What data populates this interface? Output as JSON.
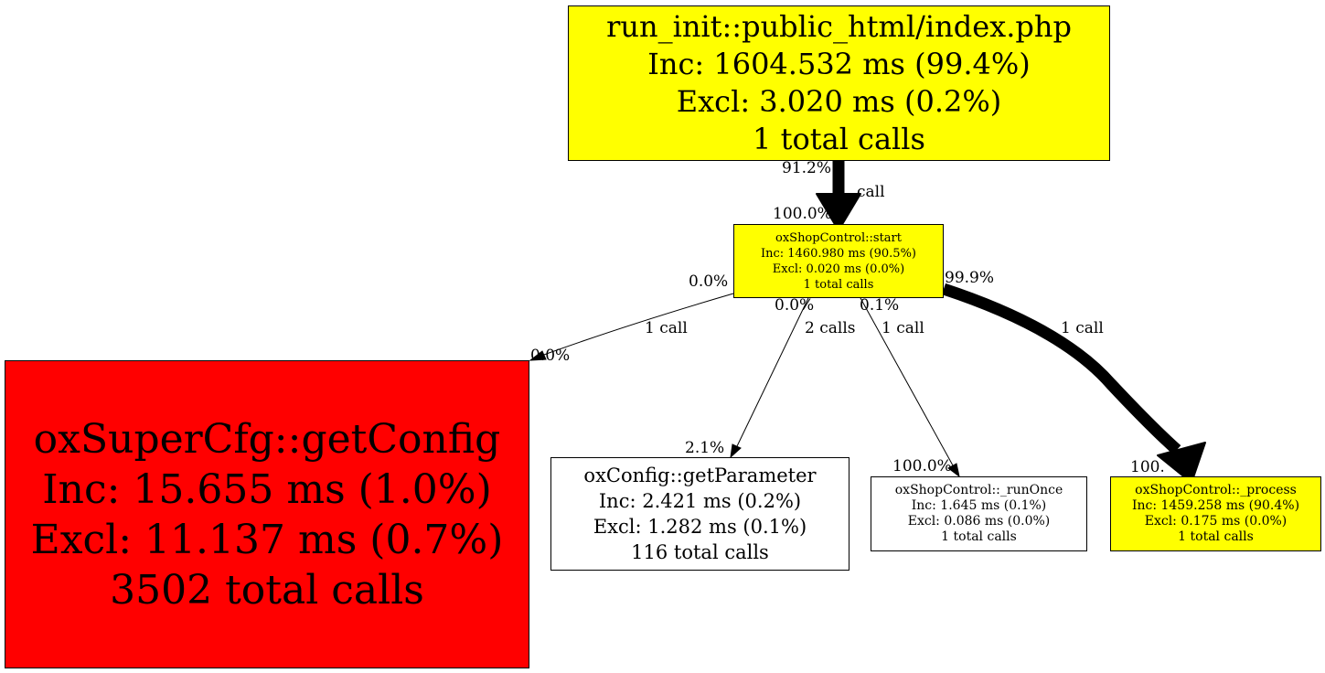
{
  "nodes": {
    "root": {
      "name": "run_init::public_html/index.php",
      "inc": "Inc: 1604.532 ms (99.4%)",
      "excl": "Excl: 3.020 ms (0.2%)",
      "calls": "1 total calls",
      "color": "#ffff00"
    },
    "start": {
      "name": "oxShopControl::start",
      "inc": "Inc: 1460.980 ms (90.5%)",
      "excl": "Excl: 0.020 ms (0.0%)",
      "calls": "1 total calls",
      "color": "#ffff00"
    },
    "getconfig": {
      "name": "oxSuperCfg::getConfig",
      "inc": "Inc: 15.655 ms (1.0%)",
      "excl": "Excl: 11.137 ms (0.7%)",
      "calls": "3502 total calls",
      "color": "#ff0000"
    },
    "getparameter": {
      "name": "oxConfig::getParameter",
      "inc": "Inc: 2.421 ms (0.2%)",
      "excl": "Excl: 1.282 ms (0.1%)",
      "calls": "116 total calls",
      "color": "#ffffff"
    },
    "runonce": {
      "name": "oxShopControl::_runOnce",
      "inc": "Inc: 1.645 ms (0.1%)",
      "excl": "Excl: 0.086 ms (0.0%)",
      "calls": "1 total calls",
      "color": "#ffffff"
    },
    "process": {
      "name": "oxShopControl::_process",
      "inc": "Inc: 1459.258 ms (90.4%)",
      "excl": "Excl: 0.175 ms (0.0%)",
      "calls": "1 total calls",
      "color": "#ffff00"
    }
  },
  "edges": {
    "root_start": {
      "tail": "91.2%",
      "head": "100.0%",
      "label": "call"
    },
    "start_getconfig": {
      "tail": "0.0%",
      "head": "0.0%",
      "label": "1 call"
    },
    "start_getparameter": {
      "tail": "0.0%",
      "head": "2.1%",
      "label": "2 calls"
    },
    "start_runonce": {
      "tail": "0.1%",
      "head": "100.0%",
      "label": "1 call"
    },
    "start_process": {
      "tail": "99.9%",
      "head": "100.0%",
      "label": "1 call"
    }
  }
}
